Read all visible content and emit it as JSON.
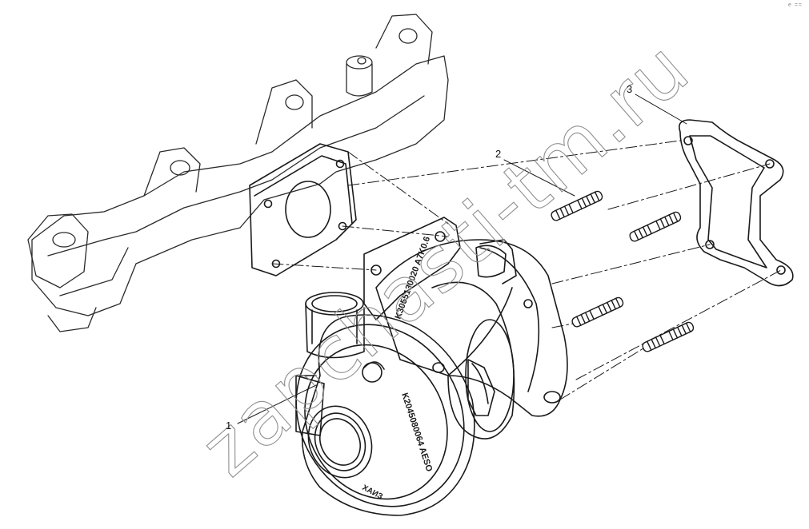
{
  "callouts": [
    {
      "label": "1"
    },
    {
      "label": "2"
    },
    {
      "label": "3"
    }
  ],
  "stamps": {
    "compressor_housing": "K2045080064 AESO",
    "turbine_housing": "K3055130020 A7K0.6",
    "brand": "ХАИЗ"
  },
  "watermark": "zapchasti-tm.ru",
  "corner_mark": "e ==",
  "colors": {
    "line": "#1a1a1a",
    "watermark": "#9a9a9a"
  }
}
